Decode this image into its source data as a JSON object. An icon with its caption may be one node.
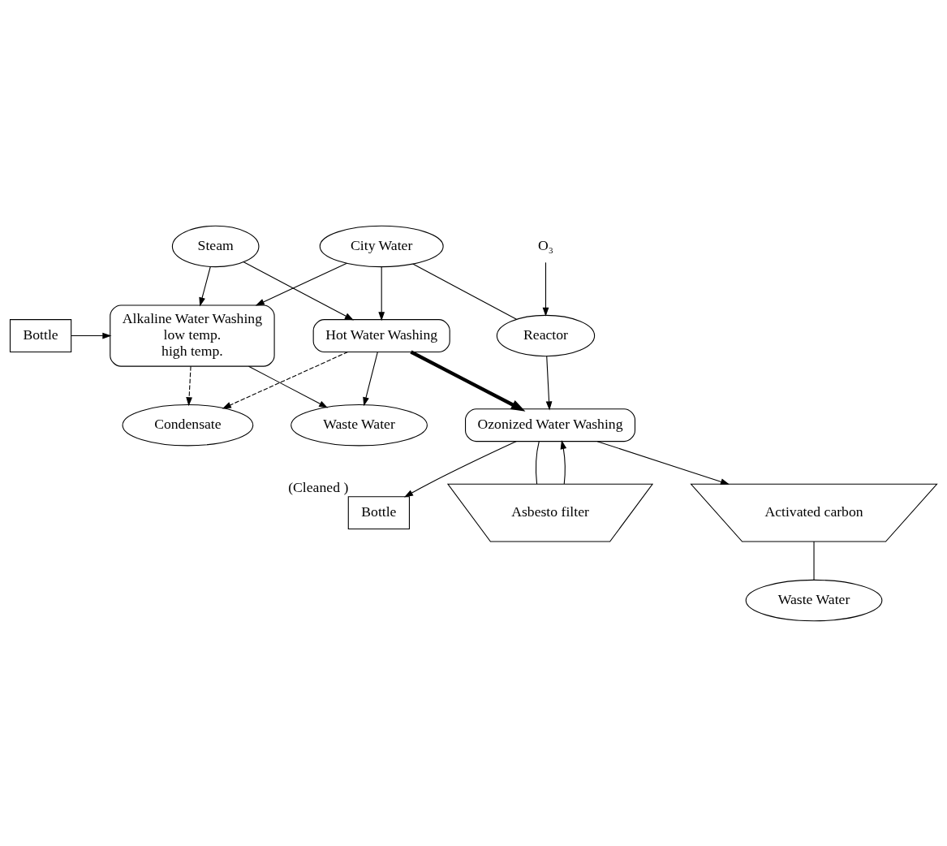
{
  "diagram": {
    "nodes": [
      {
        "text": [
          "City Water"
        ]
      },
      {
        "text": [
          "Steam"
        ]
      },
      {
        "text": [
          "Bottle"
        ]
      },
      {
        "text": [
          "Alkaline Water Washing",
          "low temp.",
          "high temp."
        ]
      },
      {
        "text": [
          "Hot Water Washing"
        ]
      },
      {
        "text": [
          "Waste Water"
        ]
      },
      {
        "text": [
          "Condensate"
        ]
      },
      {
        "text": [
          "O₃"
        ]
      },
      {
        "text": [
          "Reactor"
        ]
      },
      {
        "text": [
          "Ozonized Water Washing"
        ]
      },
      {
        "text": [
          "Bottle"
        ],
        "beside": [
          "(Cleaned )"
        ]
      },
      {
        "text": [
          "Asbesto filter"
        ]
      },
      {
        "text": [
          "Activated carbon"
        ]
      },
      {
        "text": [
          "Waste Water"
        ]
      }
    ],
    "edges": [
      {
        "from": 0,
        "to": 3,
        "arrow": "to"
      },
      {
        "from": 0,
        "to": 4,
        "arrow": "to"
      },
      {
        "from": 1,
        "to": 3,
        "arrow": "to"
      },
      {
        "from": 1,
        "to": 4,
        "arrow": "to"
      },
      {
        "from": 2,
        "to": 3,
        "arrow": "to"
      },
      {
        "from": 3,
        "to": 5,
        "arrow": "to"
      },
      {
        "from": 4,
        "to": 5,
        "arrow": "to"
      },
      {
        "from": 3,
        "to": 6,
        "arrow": "to",
        "style": "dashed"
      },
      {
        "from": 4,
        "to": 6,
        "arrow": "to",
        "style": "dashed"
      },
      {
        "from": 0,
        "to": 8,
        "arrow": "none"
      },
      {
        "from": 7,
        "to": 8,
        "arrow": "to"
      },
      {
        "from": 8,
        "to": 9,
        "arrow": "to"
      },
      {
        "from": 4,
        "to": 9,
        "arrow": "to",
        "style": "thick"
      },
      {
        "from": 9,
        "to": 10,
        "arrow": "to"
      },
      {
        "from": 9,
        "to": 11,
        "arrow": "none"
      },
      {
        "from": 11,
        "to": 9,
        "arrow": "to"
      },
      {
        "from": 9,
        "to": 12,
        "arrow": "to"
      },
      {
        "from": 12,
        "to": 13,
        "arrow": "none"
      }
    ]
  }
}
